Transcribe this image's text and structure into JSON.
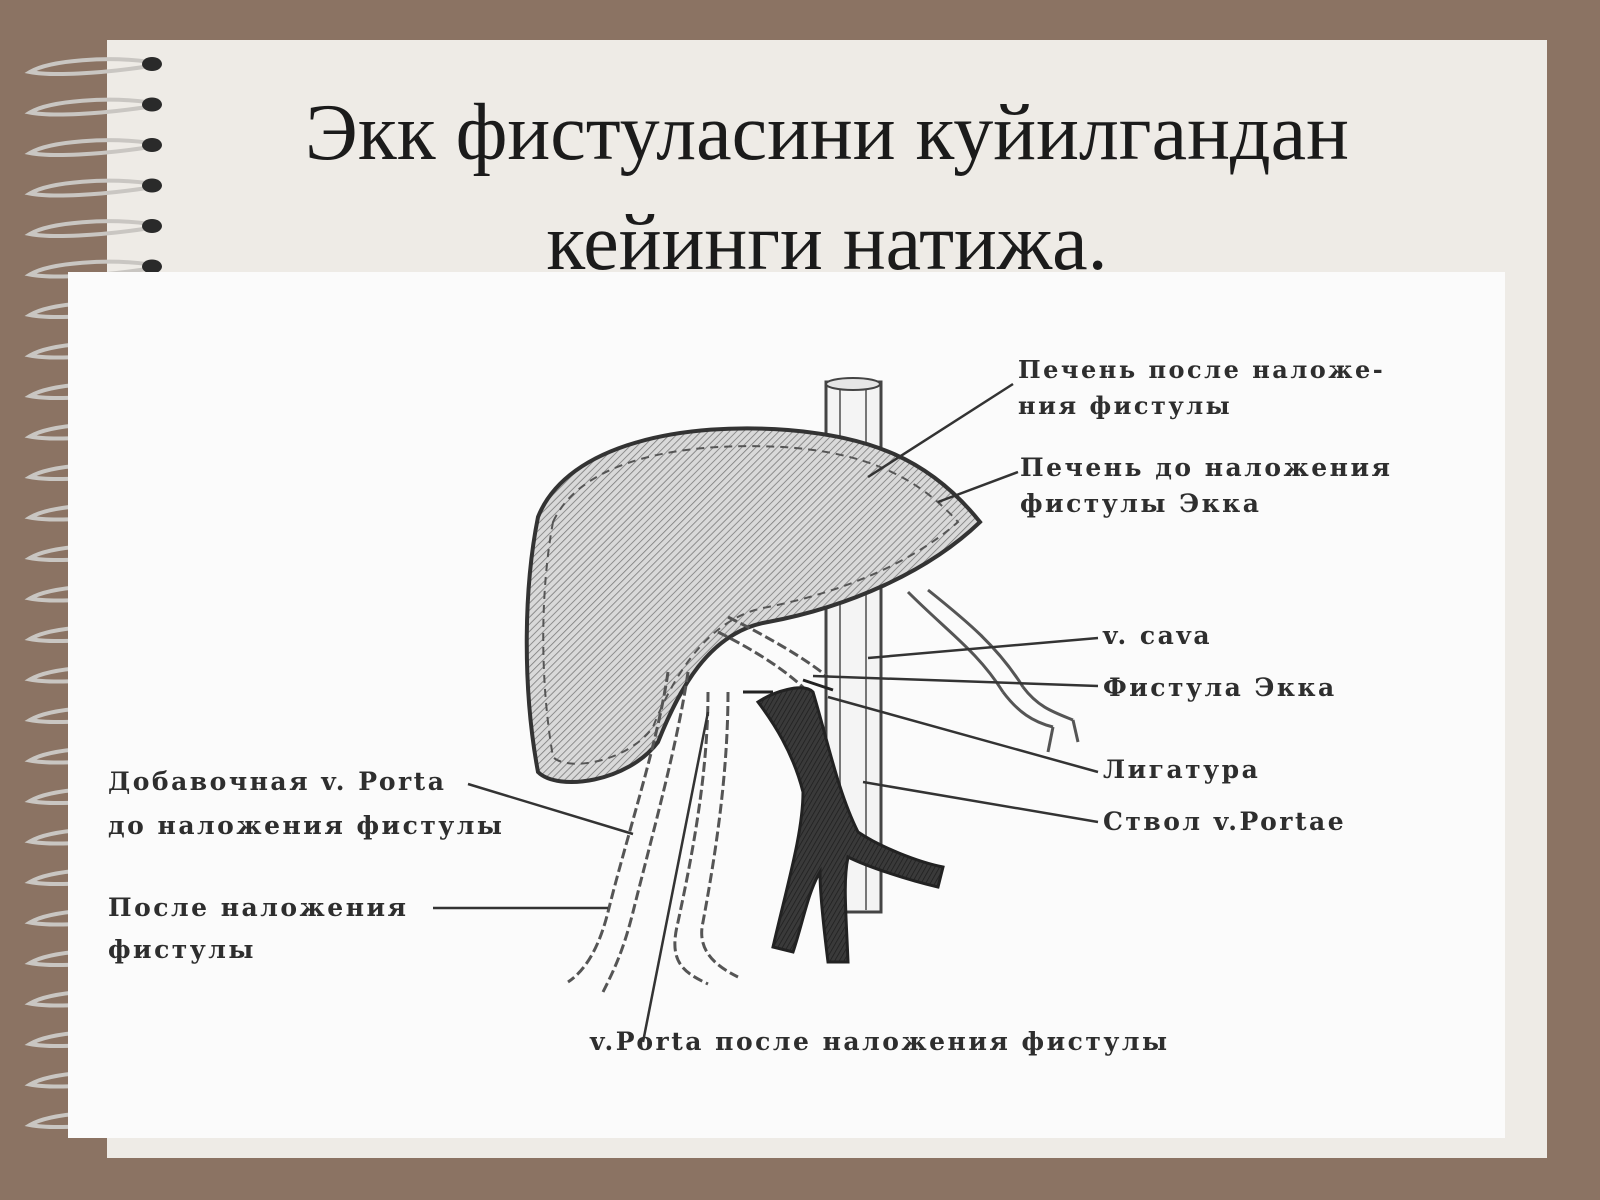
{
  "slide": {
    "title_line1": "Экк фистуласини куйилгандан",
    "title_line2": "кейинги натижа."
  },
  "diagram": {
    "labels": {
      "liver_after_1": "Печень после наложе-",
      "liver_after_2": "ния фистулы",
      "liver_before_1": "Печень до наложения",
      "liver_before_2": "фистулы Экка",
      "v_cava": "v. cava",
      "fistula": "Фистула Экка",
      "ligature": "Лигатура",
      "portal_trunk": "Ствол v.Portae",
      "accessory_1": "Добавочная v. Porta",
      "accessory_2": "до наложения фистулы",
      "after_1": "После наложения",
      "after_2": "фистулы",
      "porta_after": "v.Porta после наложения фистулы"
    }
  },
  "colors": {
    "background": "#8b7363",
    "slide": "#eeebe6",
    "figure": "#fbfbfb",
    "ink": "#2e2e2e"
  }
}
